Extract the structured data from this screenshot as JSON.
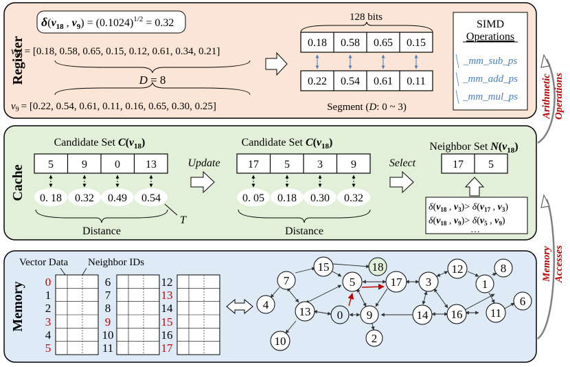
{
  "register": {
    "title": "Register",
    "distance_formula": {
      "delta": "δ",
      "open": "(",
      "v18": "v",
      "v18_sub": "18",
      "comma": " , ",
      "v9": "v",
      "v9_sub": "9",
      "rest": ") = (0.1024)",
      "exp": "1/2",
      "eq": " = 0.32"
    },
    "v18_label": "v",
    "v18_sub": "18",
    "v18_values": "= [0.18, 0.58, 0.65, 0.15, 0.12, 0.61, 0.34, 0.21]",
    "dim_label": "D",
    "dim_value": " = 8",
    "v9_label": "v",
    "v9_sub": "9",
    "v9_values": "= [0.22, 0.54, 0.61, 0.11, 0.16, 0.65, 0.30, 0.25]",
    "bits_label": "128 bits",
    "top_row": [
      "0.18",
      "0.58",
      "0.65",
      "0.15"
    ],
    "bottom_row": [
      "0.22",
      "0.54",
      "0.61",
      "0.11"
    ],
    "segment_label": {
      "pre": "Segment (",
      "d": "D",
      "post": ": 0 ~ 3)"
    },
    "simd_title_1": "SIMD",
    "simd_title_2": "Operations",
    "simd_ops": [
      "_mm_sub_ps",
      "_mm_add_ps",
      "_mm_mul_ps"
    ]
  },
  "cache": {
    "title": "Cache",
    "set1_label": {
      "pre": "Candidate Set ",
      "c": "C",
      "open": "(",
      "v": "v",
      "sub": "18",
      "close": ")"
    },
    "set1_ids": [
      "5",
      "9",
      "0",
      "13"
    ],
    "set1_dists": [
      "0. 18",
      "0.32",
      "0.49",
      "0.54"
    ],
    "t_label": "T",
    "distance_label_1": "Distance",
    "update_label": "Update",
    "set2_label": {
      "pre": "Candidate Set ",
      "c": "C",
      "open": "(",
      "v": "v",
      "sub": "18",
      "close": ")"
    },
    "set2_ids": [
      "17",
      "5",
      "3",
      "9"
    ],
    "set2_dists": [
      "0. 05",
      "0.18",
      "0.30",
      "0.32"
    ],
    "distance_label_2": "Distance",
    "select_label": "Select",
    "neighbor_label": {
      "pre": "Neighbor Set ",
      "n": "N",
      "open": "(",
      "v": "v",
      "sub": "18",
      "close": ")"
    },
    "neighbor_ids": [
      "17",
      "5"
    ],
    "cond1": {
      "d1": "δ",
      "a": "(",
      "v1": "v",
      "s1": "18",
      "m": " , ",
      "v2": "v",
      "s2": "3",
      "b": ")> ",
      "d2": "δ",
      "c": "(",
      "v3": "v",
      "s3": "17",
      "n": " , ",
      "v4": "v",
      "s4": "3",
      "e": ")"
    },
    "cond2": {
      "d1": "δ",
      "a": "(",
      "v1": "v",
      "s1": "18",
      "m": " , ",
      "v2": "v",
      "s2": "9",
      "b": ")> ",
      "d2": "δ",
      "c": "(",
      "v3": "v",
      "s3": "5",
      "n": " , ",
      "v4": "v",
      "s4": "9",
      "e": ")"
    },
    "ellipsis": "…"
  },
  "memory": {
    "title": "Memory",
    "vector_data_label": "Vector Data",
    "neighbor_ids_label": "Neighbor IDs",
    "col1": [
      "0",
      "1",
      "2",
      "3",
      "4",
      "5"
    ],
    "col2": [
      "6",
      "7",
      "8",
      "9",
      "10",
      "11"
    ],
    "col3": [
      "12",
      "13",
      "14",
      "15",
      "16",
      "17"
    ],
    "red_ids": [
      "0",
      "3",
      "5",
      "9",
      "13",
      "15",
      "17"
    ],
    "graph_nodes": [
      "15",
      "18",
      "7",
      "5",
      "17",
      "3",
      "12",
      "8",
      "1",
      "4",
      "13",
      "0",
      "9",
      "14",
      "16",
      "11",
      "6",
      "10",
      "2"
    ]
  },
  "side": {
    "arith_1": "Arithmetic",
    "arith_2": "Operations",
    "mem_1": "Memory",
    "mem_2": "Accesses"
  },
  "colors": {
    "register_bg": "#fbe5d6",
    "cache_bg": "#e2efd9",
    "memory_bg": "#deebf7",
    "accent_red": "#c00000",
    "simd_blue": "#4a7ebb",
    "highlight_node": "#e2efd9"
  }
}
